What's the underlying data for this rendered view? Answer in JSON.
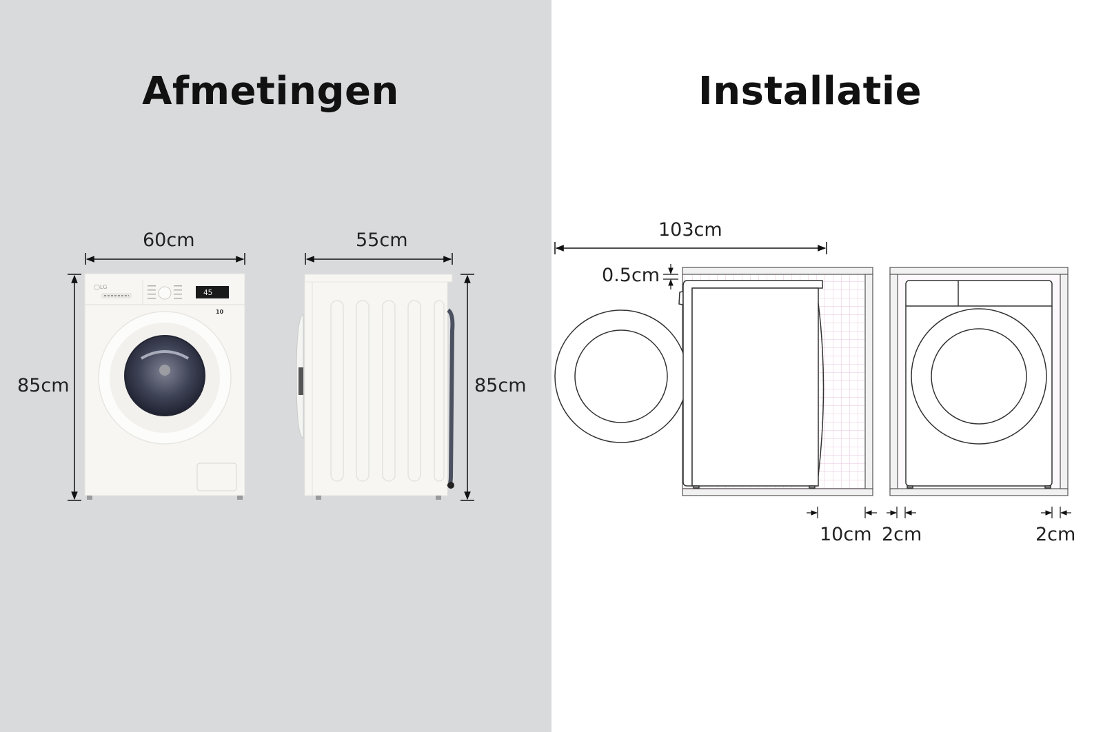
{
  "dimensions_panel": {
    "title": "Afmetingen",
    "background": "#d9dadc",
    "front_view": {
      "width_label": "60cm",
      "height_label": "85cm",
      "brand": "LG",
      "display_value": "45"
    },
    "side_view": {
      "depth_label": "55cm",
      "height_label": "85cm"
    }
  },
  "installation_panel": {
    "title": "Installatie",
    "background": "#ffffff",
    "side_clearance": {
      "door_open_depth_label": "103cm",
      "top_clearance_label": "0.5cm",
      "rear_clearance_label": "10cm",
      "side_gap_label": "2cm"
    },
    "front_clearance": {
      "side_gap_label": "2cm"
    },
    "grid_color": "#e8c6dc"
  }
}
